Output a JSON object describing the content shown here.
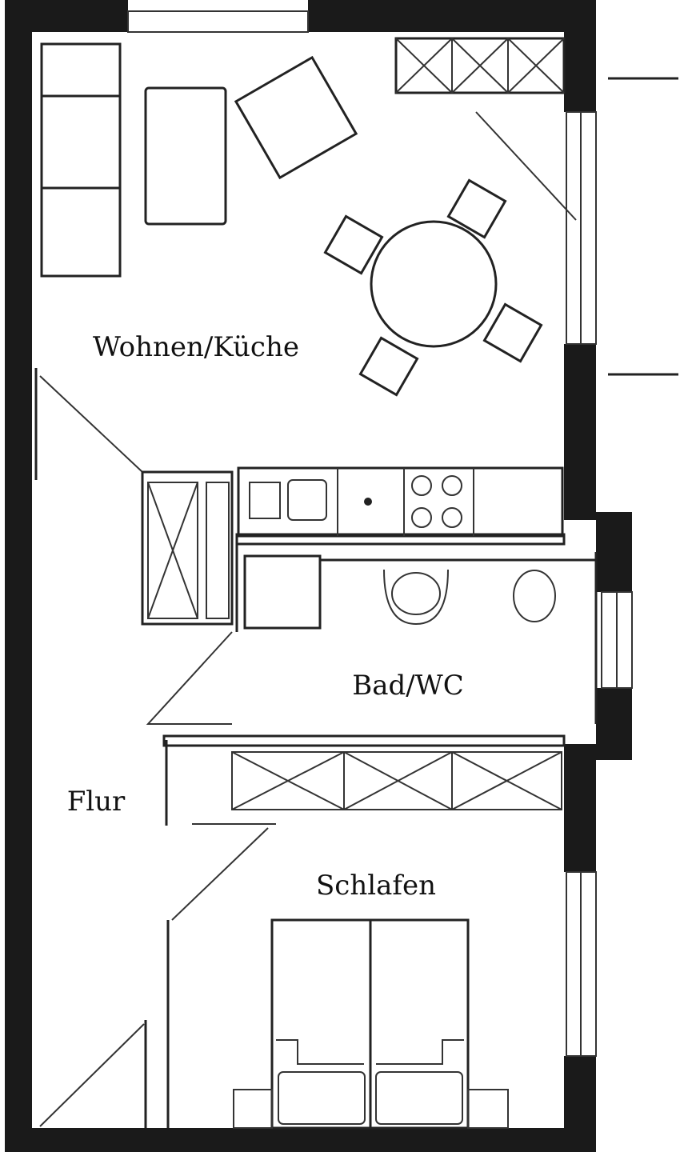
{
  "rooms": {
    "living_kitchen": "Wohnen/Küche",
    "bath": "Bad/WC",
    "hall": "Flur",
    "bedroom": "Schlafen"
  },
  "colors": {
    "wall": "#1a1a1a",
    "line": "#222222",
    "background": "#ffffff"
  }
}
